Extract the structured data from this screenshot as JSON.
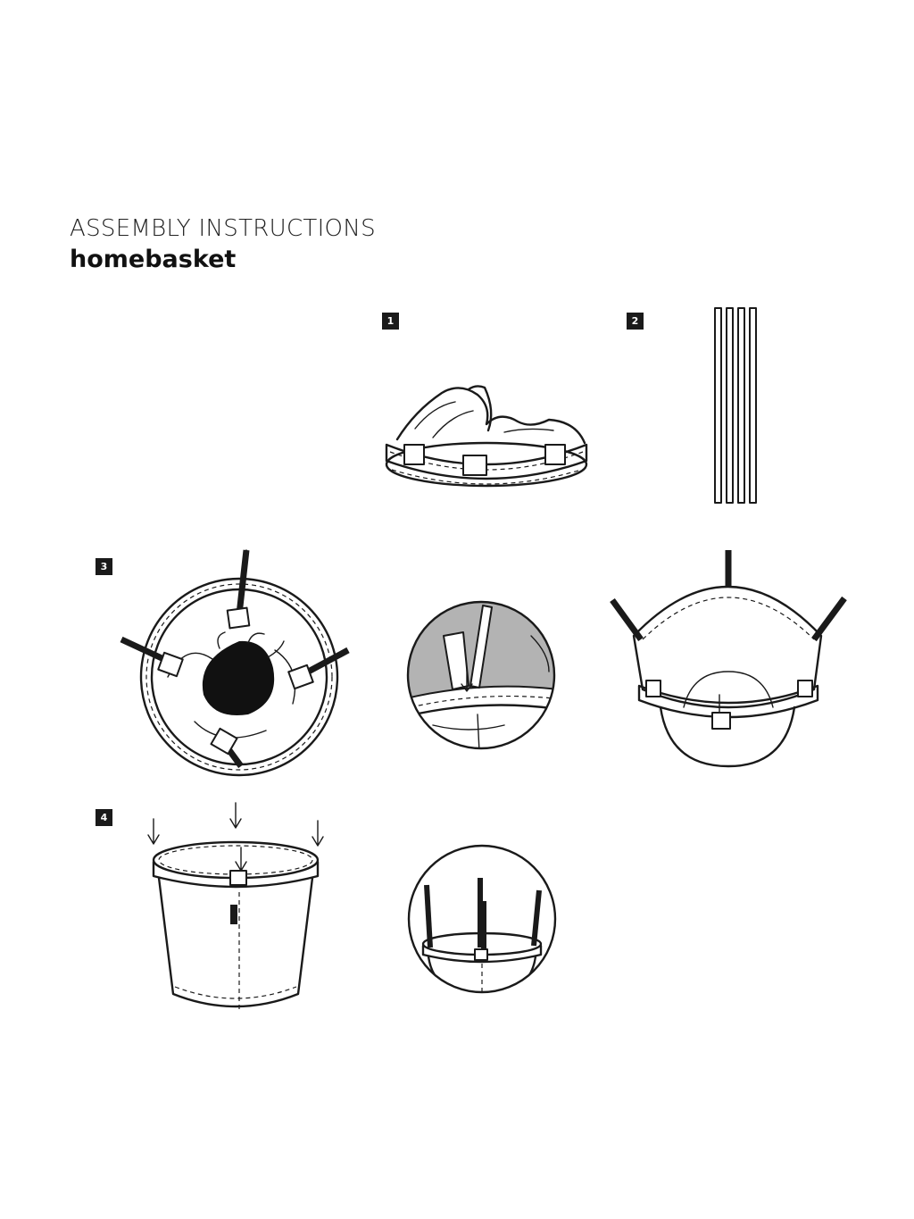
{
  "document": {
    "title": "ASSEMBLY INSTRUCTIONS",
    "product": "homebasket"
  },
  "steps": [
    {
      "number": "1"
    },
    {
      "number": "2"
    },
    {
      "number": "3"
    },
    {
      "number": "4"
    }
  ]
}
